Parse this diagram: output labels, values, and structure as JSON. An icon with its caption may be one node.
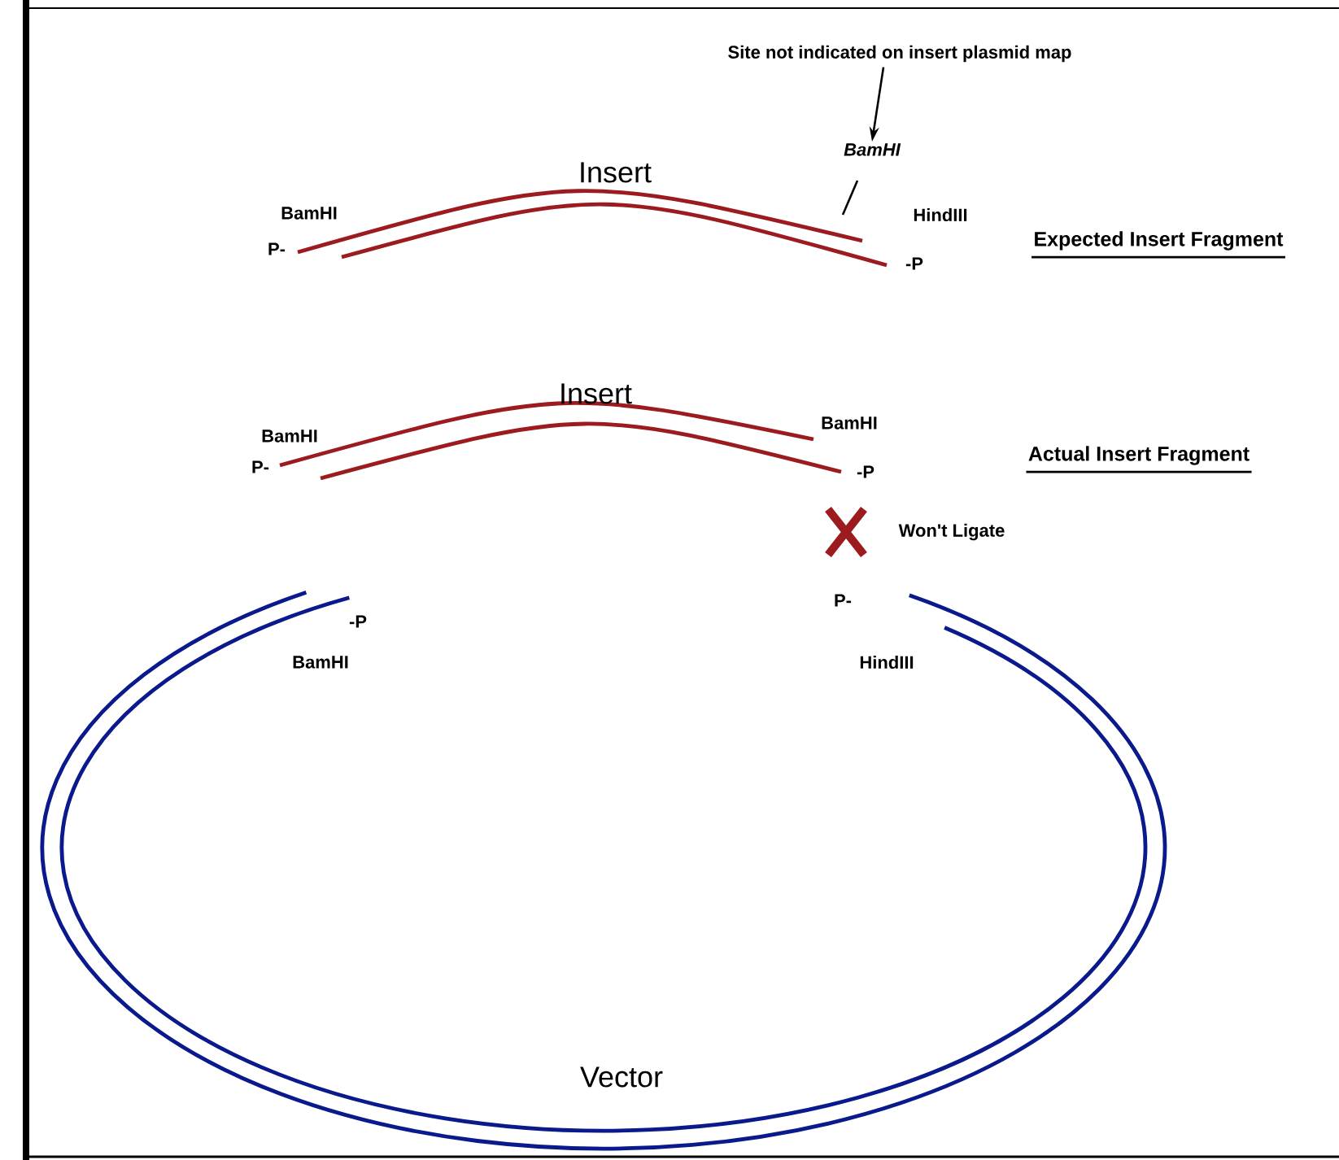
{
  "diagram": {
    "nodes": [
      {
        "text": [
          "Site not indicated on insert plasmid map"
        ]
      },
      {
        "text": [
          "BamHI"
        ]
      }
    ],
    "edges": [
      {
        "from": 0,
        "to": 1,
        "arrow": "to"
      },
      {
        "from": 1,
        "to": null,
        "arrow": "none"
      }
    ],
    "labels": [
      "Insert",
      "BamHI",
      "HindIII",
      "P-",
      "Expected Insert Fragment",
      "-P",
      "Insert",
      "BamHI",
      "BamHI",
      "P-",
      "Actual Insert Fragment",
      "-P",
      "Won't Ligate",
      "P-",
      "-P",
      "BamHI",
      "HindIII",
      "Vector"
    ]
  }
}
